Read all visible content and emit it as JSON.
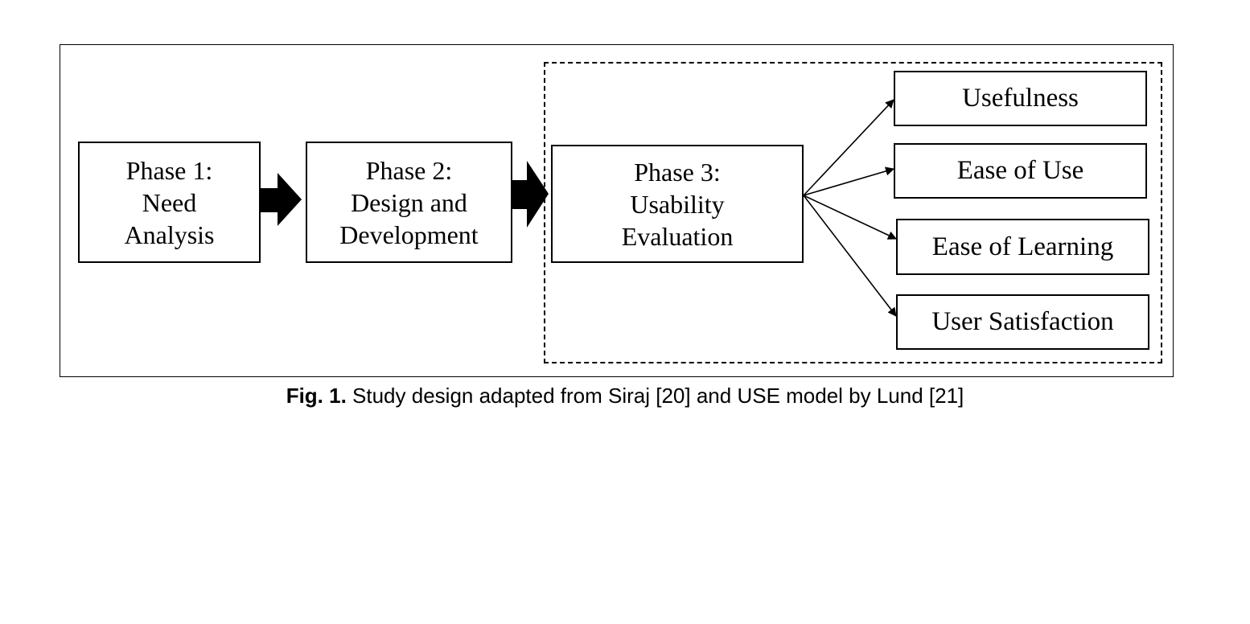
{
  "diagram": {
    "phases": [
      {
        "id": "phase-1",
        "lines": [
          "Phase 1:",
          "Need",
          "Analysis"
        ]
      },
      {
        "id": "phase-2",
        "lines": [
          "Phase 2:",
          "Design and",
          "Development"
        ]
      },
      {
        "id": "phase-3",
        "lines": [
          "Phase 3:",
          "Usability",
          "Evaluation"
        ]
      }
    ],
    "outcomes": [
      {
        "id": "usefulness",
        "label": "Usefulness"
      },
      {
        "id": "ease-of-use",
        "label": "Ease of Use"
      },
      {
        "id": "ease-of-learning",
        "label": "Ease of Learning"
      },
      {
        "id": "user-satisfaction",
        "label": "User Satisfaction"
      }
    ],
    "edges": [
      {
        "from": "phase-1",
        "to": "phase-2",
        "style": "block-arrow"
      },
      {
        "from": "phase-2",
        "to": "phase-3",
        "style": "block-arrow"
      },
      {
        "from": "phase-3",
        "to": "usefulness",
        "style": "thin-arrow"
      },
      {
        "from": "phase-3",
        "to": "ease-of-use",
        "style": "thin-arrow"
      },
      {
        "from": "phase-3",
        "to": "ease-of-learning",
        "style": "thin-arrow"
      },
      {
        "from": "phase-3",
        "to": "user-satisfaction",
        "style": "thin-arrow"
      }
    ]
  },
  "caption": {
    "label": "Fig. 1.",
    "text": " Study design adapted from Siraj [20] and USE model by Lund [21]"
  }
}
